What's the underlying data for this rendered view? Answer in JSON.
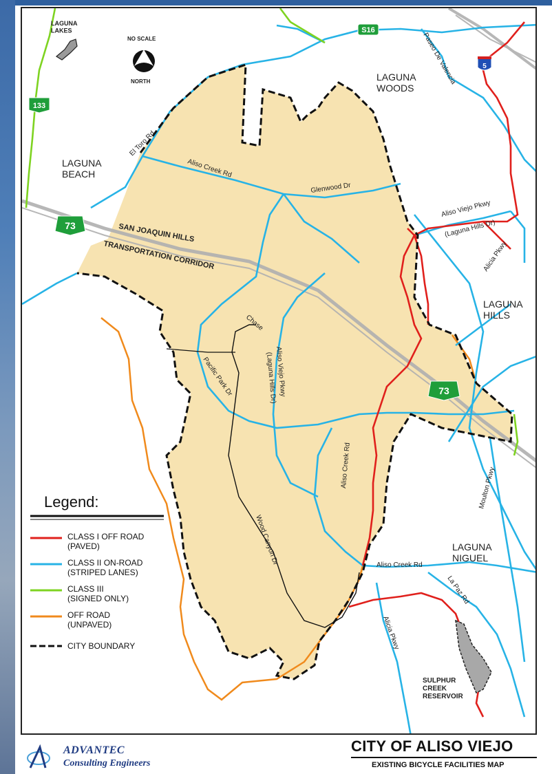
{
  "map": {
    "areas": {
      "laguna_lakes": "LAGUNA\nLAKES",
      "laguna_woods": "LAGUNA\nWOODS",
      "laguna_beach": "LAGUNA\nBEACH",
      "laguna_hills": "LAGUNA\nHILLS",
      "laguna_niguel": "LAGUNA\nNIGUEL",
      "sulphur": "SULPHUR\nCREEK\nRESERVOIR"
    },
    "north": {
      "scale": "NO SCALE",
      "label": "NORTH"
    },
    "shields": {
      "s16": "S16",
      "i5": "5",
      "r133": "133",
      "r73a": "73",
      "r73b": "73"
    },
    "roads": {
      "paseo": "Paseo De Valencia",
      "el_toro": "El Toro Rd",
      "aliso_creek_top": "Aliso Creek Rd",
      "glenwood": "Glenwood Dr",
      "aliso_viejo_pkwy_top": "Aliso Viejo Pkwy",
      "laguna_hills_dr_top": "(Laguna Hills Dr)",
      "alicia_top": "Alicia Pkwy",
      "sj_hills": "SAN JOAQUIN HILLS",
      "transport": "TRANSPORTATION CORRIDOR",
      "chase": "Chase",
      "pacific_park": "Pacific Park Dr",
      "av_pkwy_center": "Aliso Viejo Pkwy",
      "lh_dr_center": "(Laguna Hills Dr)",
      "aliso_creek_mid": "Aliso Creek Rd",
      "moulton": "Moulton Pkwy",
      "wood_canyon": "Wood Canyon Dr",
      "aliso_creek_low": "Aliso Creek Rd",
      "la_paz": "La Paz Rd",
      "alicia_low": "Alicia Pkwy"
    },
    "legend": {
      "title": "Legend:",
      "items": [
        {
          "line1": "CLASS I OFF ROAD",
          "line2": "(PAVED)",
          "color": "#e0201c",
          "style": "solid"
        },
        {
          "line1": "CLASS II ON-ROAD",
          "line2": "(STRIPED LANES)",
          "color": "#27b3e6",
          "style": "solid"
        },
        {
          "line1": "CLASS III",
          "line2": "(SIGNED ONLY)",
          "color": "#7ed321",
          "style": "solid"
        },
        {
          "line1": "OFF ROAD",
          "line2": "(UNPAVED)",
          "color": "#f08a1c",
          "style": "solid"
        },
        {
          "line1": "CITY BOUNDARY",
          "line2": "",
          "color": "#111111",
          "style": "dashed"
        }
      ]
    },
    "colors": {
      "city": "#f7e3b1",
      "class1": "#e0201c",
      "class2": "#27b3e6",
      "class3": "#7ed321",
      "offroad": "#f08a1c",
      "freeway": "#b5b5b5",
      "shield": "#1f9e3a"
    }
  },
  "footer": {
    "logo_name": "ADVANTEC",
    "logo_sub": "Consulting Engineers",
    "title": "CITY OF ALISO VIEJO",
    "subtitle": "EXISTING BICYCLE FACILITIES MAP"
  }
}
